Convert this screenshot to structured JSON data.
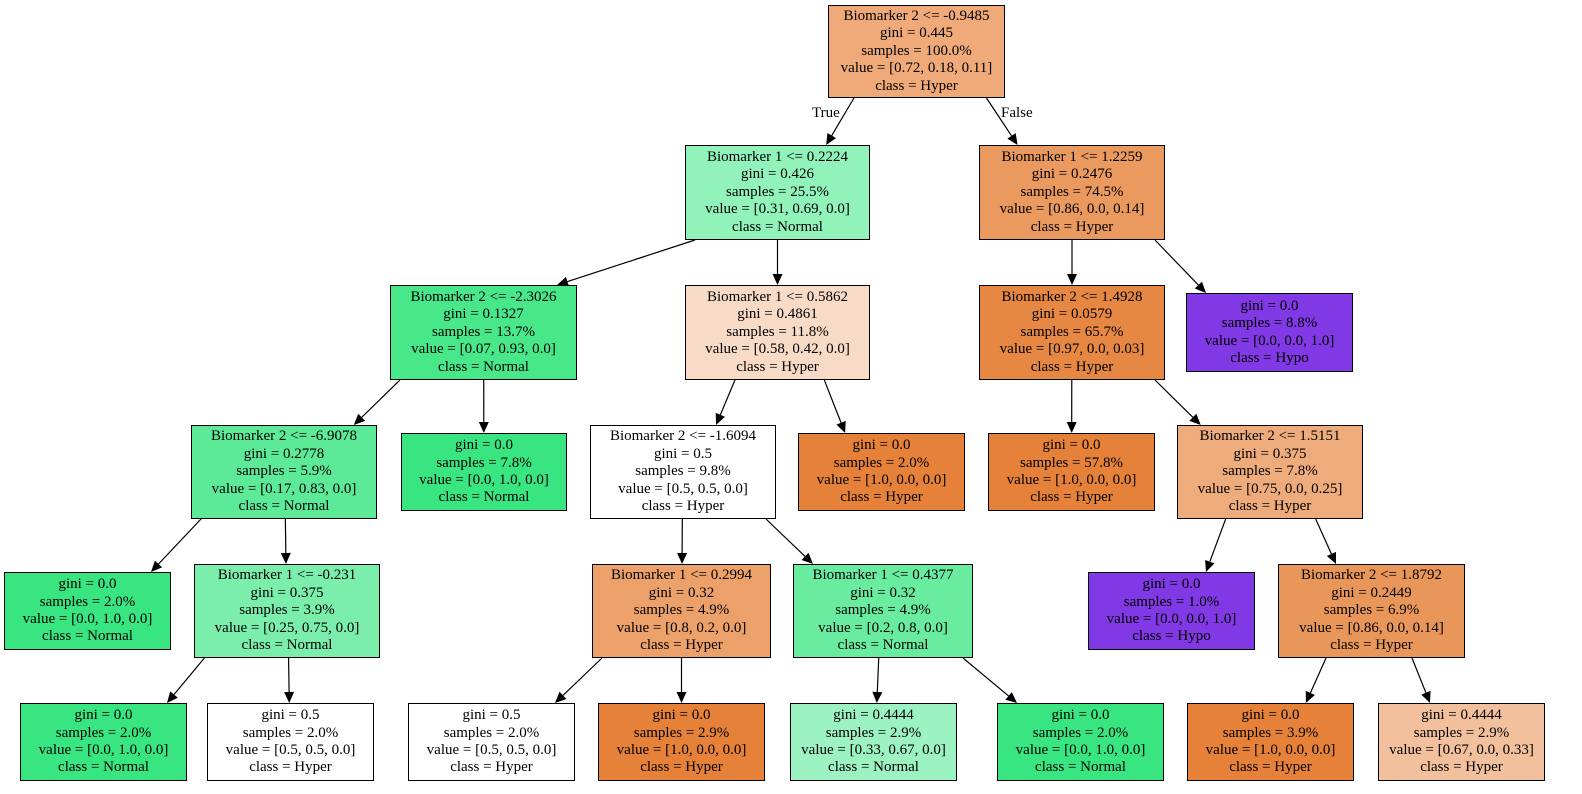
{
  "edge_labels": {
    "true_label": "True",
    "false_label": "False"
  },
  "nodes": [
    {
      "id": 0,
      "fill": "#f0aa79",
      "lines": [
        "Biomarker 2 <= -0.9485",
        "gini = 0.445",
        "samples = 100.0%",
        "value = [0.72, 0.18, 0.11]",
        "class = Hyper"
      ]
    },
    {
      "id": 1,
      "fill": "#91f3ba",
      "lines": [
        "Biomarker 1 <= 0.2224",
        "gini = 0.426",
        "samples = 25.5%",
        "value = [0.31, 0.69, 0.0]",
        "class = Normal"
      ]
    },
    {
      "id": 2,
      "fill": "#ea995f",
      "lines": [
        "Biomarker 1 <= 1.2259",
        "gini = 0.2476",
        "samples = 74.5%",
        "value = [0.86, 0.0, 0.14]",
        "class = Hyper"
      ]
    },
    {
      "id": 3,
      "fill": "#47e78a",
      "lines": [
        "Biomarker 2 <= -2.3026",
        "gini = 0.1327",
        "samples = 13.7%",
        "value = [0.07, 0.93, 0.0]",
        "class = Normal"
      ]
    },
    {
      "id": 4,
      "fill": "#f8dbc6",
      "lines": [
        "Biomarker 1 <= 0.5862",
        "gini = 0.4861",
        "samples = 11.8%",
        "value = [0.58, 0.42, 0.0]",
        "class = Hyper"
      ]
    },
    {
      "id": 5,
      "fill": "#e68743",
      "lines": [
        "Biomarker 2 <= 1.4928",
        "gini = 0.0579",
        "samples = 65.7%",
        "value = [0.97, 0.0, 0.03]",
        "class = Hyper"
      ]
    },
    {
      "id": 6,
      "fill": "#8139e5",
      "lines": [
        "gini = 0.0",
        "samples = 8.8%",
        "value = [0.0, 0.0, 1.0]",
        "class = Hypo"
      ]
    },
    {
      "id": 7,
      "fill": "#5dea98",
      "lines": [
        "Biomarker 2 <= -6.9078",
        "gini = 0.2778",
        "samples = 5.9%",
        "value = [0.17, 0.83, 0.0]",
        "class = Normal"
      ]
    },
    {
      "id": 8,
      "fill": "#39e581",
      "lines": [
        "gini = 0.0",
        "samples = 7.8%",
        "value = [0.0, 1.0, 0.0]",
        "class = Normal"
      ]
    },
    {
      "id": 9,
      "fill": "#ffffff",
      "lines": [
        "Biomarker 2 <= -1.6094",
        "gini = 0.5",
        "samples = 9.8%",
        "value = [0.5, 0.5, 0.0]",
        "class = Hyper"
      ]
    },
    {
      "id": 10,
      "fill": "#e58139",
      "lines": [
        "gini = 0.0",
        "samples = 2.0%",
        "value = [1.0, 0.0, 0.0]",
        "class = Hyper"
      ]
    },
    {
      "id": 11,
      "fill": "#e58139",
      "lines": [
        "gini = 0.0",
        "samples = 57.8%",
        "value = [1.0, 0.0, 0.0]",
        "class = Hyper"
      ]
    },
    {
      "id": 12,
      "fill": "#eeab7b",
      "lines": [
        "Biomarker 2 <= 1.5151",
        "gini = 0.375",
        "samples = 7.8%",
        "value = [0.75, 0.0, 0.25]",
        "class = Hyper"
      ]
    },
    {
      "id": 13,
      "fill": "#39e581",
      "lines": [
        "gini = 0.0",
        "samples = 2.0%",
        "value = [0.0, 1.0, 0.0]",
        "class = Normal"
      ]
    },
    {
      "id": 14,
      "fill": "#7beeab",
      "lines": [
        "Biomarker 1 <= -0.231",
        "gini = 0.375",
        "samples = 3.9%",
        "value = [0.25, 0.75, 0.0]",
        "class = Normal"
      ]
    },
    {
      "id": 15,
      "fill": "#eca06a",
      "lines": [
        "Biomarker 1 <= 0.2994",
        "gini = 0.32",
        "samples = 4.9%",
        "value = [0.8, 0.2, 0.0]",
        "class = Hyper"
      ]
    },
    {
      "id": 16,
      "fill": "#6aeca0",
      "lines": [
        "Biomarker 1 <= 0.4377",
        "gini = 0.32",
        "samples = 4.9%",
        "value = [0.2, 0.8, 0.0]",
        "class = Normal"
      ]
    },
    {
      "id": 17,
      "fill": "#8139e5",
      "lines": [
        "gini = 0.0",
        "samples = 1.0%",
        "value = [0.0, 0.0, 1.0]",
        "class = Hypo"
      ]
    },
    {
      "id": 18,
      "fill": "#e9965a",
      "lines": [
        "Biomarker 2 <= 1.8792",
        "gini = 0.2449",
        "samples = 6.9%",
        "value = [0.86, 0.0, 0.14]",
        "class = Hyper"
      ]
    },
    {
      "id": 19,
      "fill": "#39e581",
      "lines": [
        "gini = 0.0",
        "samples = 2.0%",
        "value = [0.0, 1.0, 0.0]",
        "class = Normal"
      ]
    },
    {
      "id": 20,
      "fill": "#ffffff",
      "lines": [
        "gini = 0.5",
        "samples = 2.0%",
        "value = [0.5, 0.5, 0.0]",
        "class = Hyper"
      ]
    },
    {
      "id": 21,
      "fill": "#ffffff",
      "lines": [
        "gini = 0.5",
        "samples = 2.0%",
        "value = [0.5, 0.5, 0.0]",
        "class = Hyper"
      ]
    },
    {
      "id": 22,
      "fill": "#e58139",
      "lines": [
        "gini = 0.0",
        "samples = 2.9%",
        "value = [1.0, 0.0, 0.0]",
        "class = Hyper"
      ]
    },
    {
      "id": 23,
      "fill": "#9cf2c0",
      "lines": [
        "gini = 0.4444",
        "samples = 2.9%",
        "value = [0.33, 0.67, 0.0]",
        "class = Normal"
      ]
    },
    {
      "id": 24,
      "fill": "#39e581",
      "lines": [
        "gini = 0.0",
        "samples = 2.0%",
        "value = [0.0, 1.0, 0.0]",
        "class = Normal"
      ]
    },
    {
      "id": 25,
      "fill": "#e58139",
      "lines": [
        "gini = 0.0",
        "samples = 3.9%",
        "value = [1.0, 0.0, 0.0]",
        "class = Hyper"
      ]
    },
    {
      "id": 26,
      "fill": "#f2c09c",
      "lines": [
        "gini = 0.4444",
        "samples = 2.9%",
        "value = [0.67, 0.0, 0.33]",
        "class = Hyper"
      ]
    }
  ],
  "edges": [
    [
      0,
      1
    ],
    [
      0,
      2
    ],
    [
      1,
      3
    ],
    [
      1,
      4
    ],
    [
      2,
      5
    ],
    [
      2,
      6
    ],
    [
      3,
      7
    ],
    [
      3,
      8
    ],
    [
      4,
      9
    ],
    [
      4,
      10
    ],
    [
      5,
      11
    ],
    [
      5,
      12
    ],
    [
      7,
      13
    ],
    [
      7,
      14
    ],
    [
      9,
      15
    ],
    [
      9,
      16
    ],
    [
      12,
      17
    ],
    [
      12,
      18
    ],
    [
      14,
      19
    ],
    [
      14,
      20
    ],
    [
      15,
      21
    ],
    [
      15,
      22
    ],
    [
      16,
      23
    ],
    [
      16,
      24
    ],
    [
      18,
      25
    ],
    [
      18,
      26
    ]
  ]
}
